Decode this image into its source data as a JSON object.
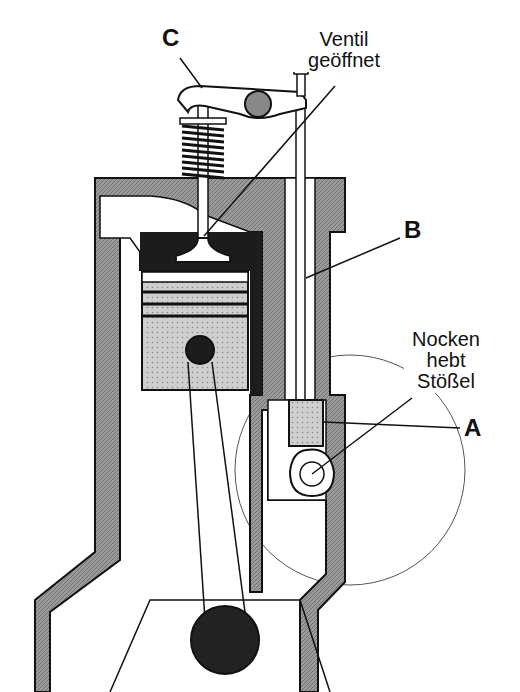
{
  "diagram": {
    "labels": [
      "C",
      "Ventil geöffnet",
      "B",
      "Nocken hebt Stößel",
      "A"
    ]
  }
}
